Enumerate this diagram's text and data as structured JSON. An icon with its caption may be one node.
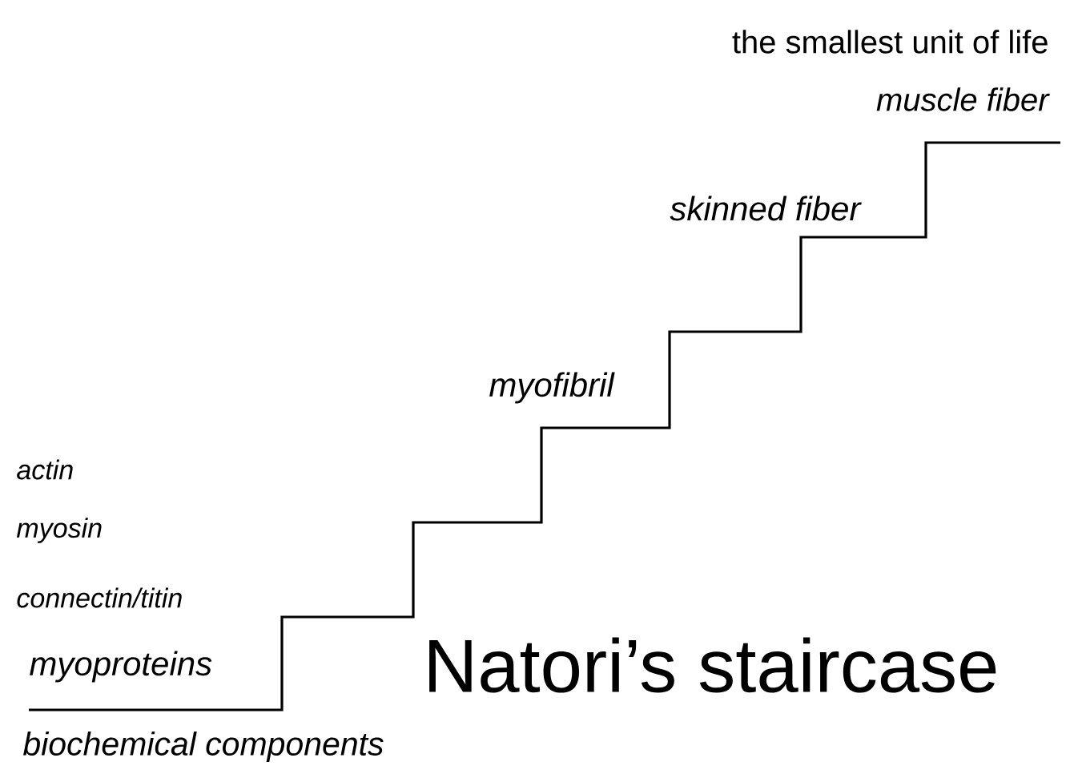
{
  "diagram": {
    "title": "Natori’s staircase",
    "labels": [
      "the smallest unit of life",
      "muscle fiber",
      "skinned fiber",
      "myofibril",
      "actin",
      "myosin",
      "connectin/titin",
      "myoproteins",
      "biochemical components"
    ]
  }
}
